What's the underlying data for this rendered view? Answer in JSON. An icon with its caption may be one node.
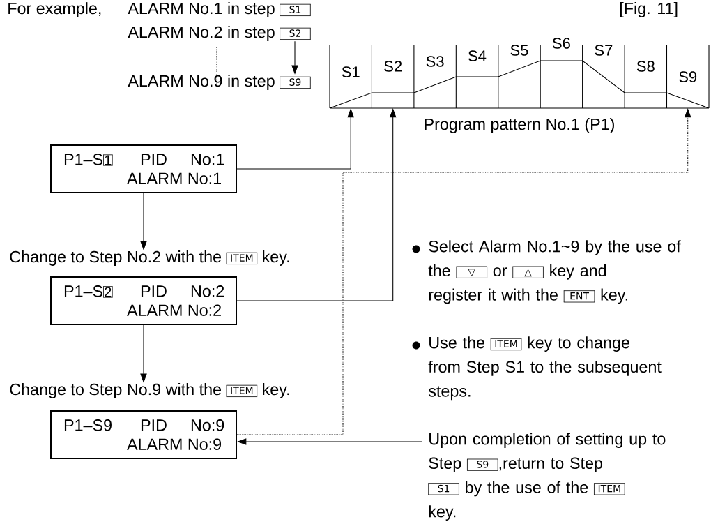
{
  "diagram": {
    "nodes": [
      {
        "text": [
          "ALARM No.1 in step",
          "S1"
        ]
      },
      {
        "text": [
          "ALARM No.2 in step",
          "S2"
        ]
      },
      {
        "text": [
          "ALARM No.9 in step",
          "S9"
        ]
      },
      {
        "text": [
          "S1"
        ]
      },
      {
        "text": [
          "S2"
        ]
      },
      {
        "text": [
          "S3"
        ]
      },
      {
        "text": [
          "S4"
        ]
      },
      {
        "text": [
          "S5"
        ]
      },
      {
        "text": [
          "S6"
        ]
      },
      {
        "text": [
          "S7"
        ]
      },
      {
        "text": [
          "S8"
        ]
      },
      {
        "text": [
          "S9"
        ]
      },
      {
        "text": [
          "P1–S",
          "1",
          "PID",
          "No:1",
          "ALARM No:1"
        ]
      },
      {
        "text": [
          "Change to Step No.2 with the",
          "ITEM",
          "key."
        ]
      },
      {
        "text": [
          "P1–S",
          "2",
          "PID",
          "No:2",
          "ALARM No:2"
        ]
      },
      {
        "text": [
          "Change to Step No.9 with the",
          "ITEM",
          "key."
        ]
      },
      {
        "text": [
          "P1–S9",
          "PID",
          "No:9",
          "ALARM No:9"
        ]
      },
      {
        "text": [
          "Upon completion of setting up to Step",
          "S9",
          ",return to Step",
          "S1",
          "by the use of the",
          "ITEM",
          "key."
        ]
      }
    ],
    "edges": [
      {
        "from": 1,
        "to": 2,
        "arrow": "to"
      },
      {
        "from": 12,
        "to": 3,
        "arrow": "to"
      },
      {
        "from": 14,
        "to": 4,
        "arrow": "to"
      },
      {
        "from": 16,
        "to": 11,
        "arrow": "to",
        "style": "dashed"
      },
      {
        "from": 12,
        "to": 13,
        "arrow": "to"
      },
      {
        "from": 14,
        "to": 15,
        "arrow": "to"
      },
      {
        "from": 17,
        "to": 16,
        "arrow": "to"
      }
    ],
    "labels": [
      "For example,",
      "[Fig. 11]",
      "Program pattern No.1 (P1)",
      "Select Alarm No.1~9 by the use of the",
      "▽",
      "or",
      "△",
      "key and",
      "register it with the",
      "ENT",
      "key.",
      "Use the",
      "ITEM",
      "key to change",
      "from Step S1 to the subsequent steps."
    ]
  }
}
